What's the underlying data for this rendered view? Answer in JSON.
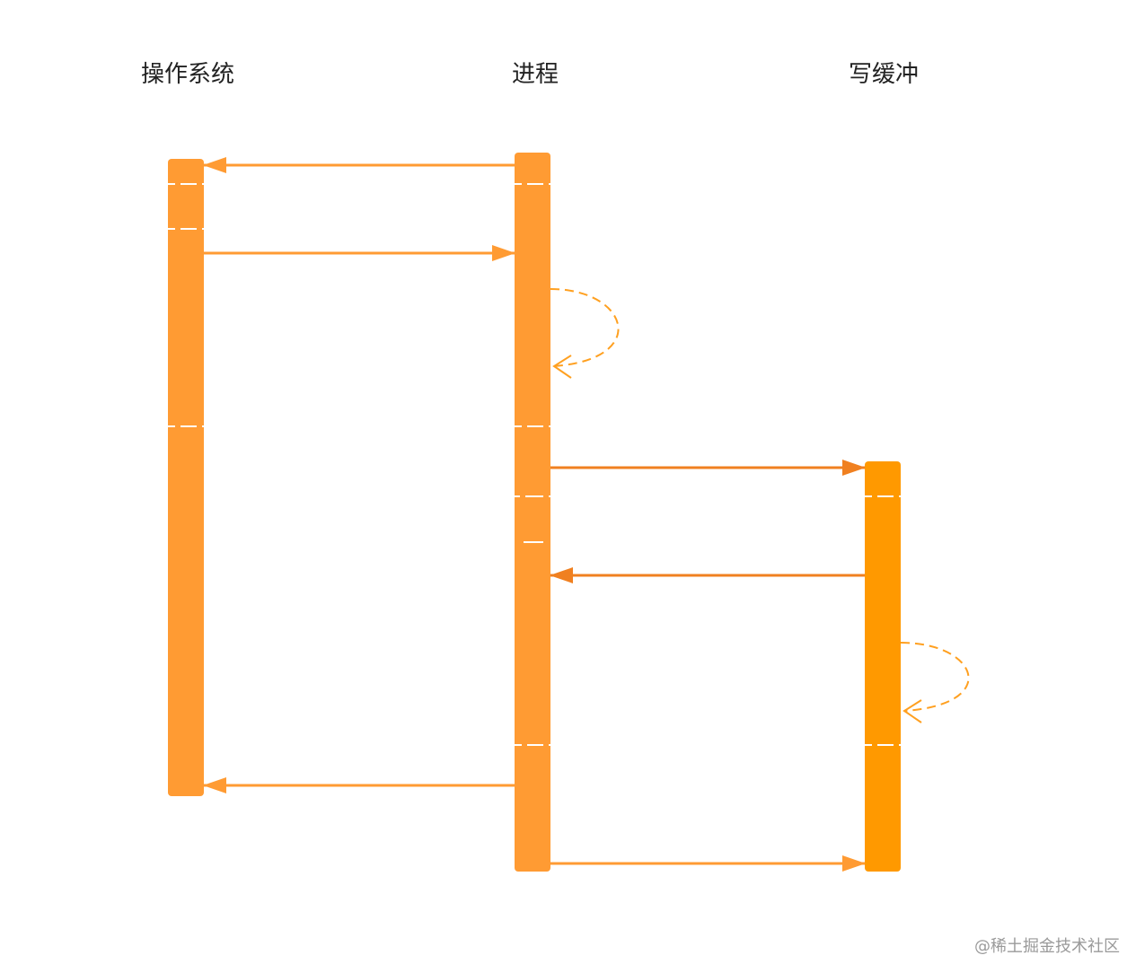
{
  "lanes": [
    {
      "id": "os",
      "title": "操作系统"
    },
    {
      "id": "process",
      "title": "进程"
    },
    {
      "id": "write_buffer",
      "title": "写缓冲"
    }
  ],
  "colors": {
    "bar": "#FF9B33",
    "bar_buffer": "#FF9900",
    "arrow": "#FF9B33",
    "arrow_dark": "#F08020",
    "self_loop": "#FFA020",
    "divider": "#FFFFFF",
    "text": "#222222",
    "watermark": "#9A9A9A"
  },
  "watermark": "@稀土掘金技术社区"
}
